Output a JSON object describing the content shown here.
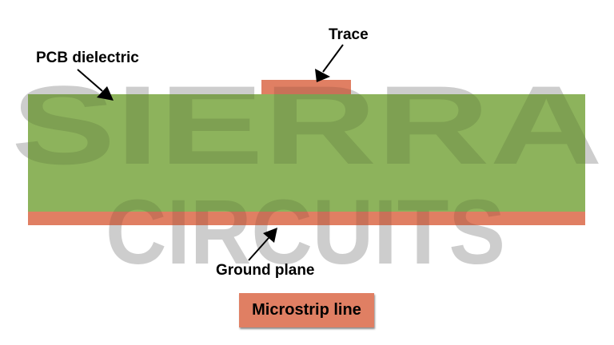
{
  "diagram": {
    "title": "Microstrip line",
    "labels": {
      "trace": "Trace",
      "dielectric": "PCB dielectric",
      "ground": "Ground plane"
    },
    "watermark": {
      "line1": "SIERRA",
      "line2": "CIRCUITS"
    },
    "colors": {
      "copper": "#e07f63",
      "dielectric": "#8db35c",
      "watermark": "#e6e6e6",
      "text": "#000000"
    }
  }
}
